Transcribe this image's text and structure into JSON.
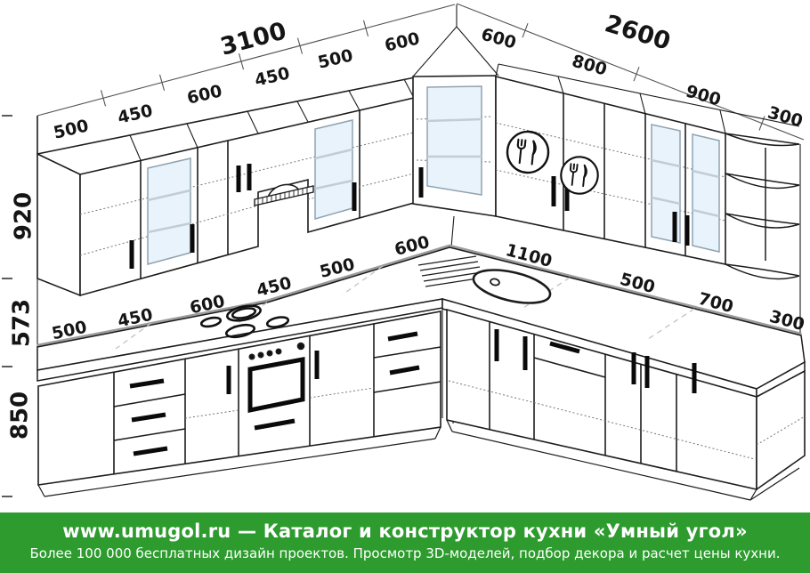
{
  "drawing": {
    "totals": {
      "left_wall": "3100",
      "right_wall": "2600"
    },
    "upper_left": [
      "500",
      "450",
      "600",
      "450",
      "500",
      "600"
    ],
    "upper_right": [
      "600",
      "800",
      "900",
      "300"
    ],
    "counter_left": [
      "500",
      "450",
      "600",
      "450",
      "500",
      "600"
    ],
    "counter_right": [
      "1100",
      "500",
      "700",
      "300"
    ],
    "heights": {
      "wall_cabinets": "920",
      "backsplash_gap": "573",
      "base_cabinets": "850"
    }
  },
  "icons": {
    "plate_decor": "fork-and-knife-plate-icon",
    "sink": "oval-sink-with-drainboard",
    "cooktop": "four-burner-cooktop",
    "hood": "cooker-hood"
  },
  "colors": {
    "banner_green": "#2d9b2e",
    "glass_blue": "#e9f3fb",
    "backsplash_gray": "#9b9b9b",
    "line_black": "#1c1c1c"
  },
  "footer": {
    "site": "www.umugol.ru",
    "separator": "—",
    "title": "Каталог и конструктор кухни «Умный угол»",
    "line2": "Более 100 000 бесплатных дизайн проектов. Просмотр 3D-моделей, подбор декора и расчет цены кухни."
  }
}
